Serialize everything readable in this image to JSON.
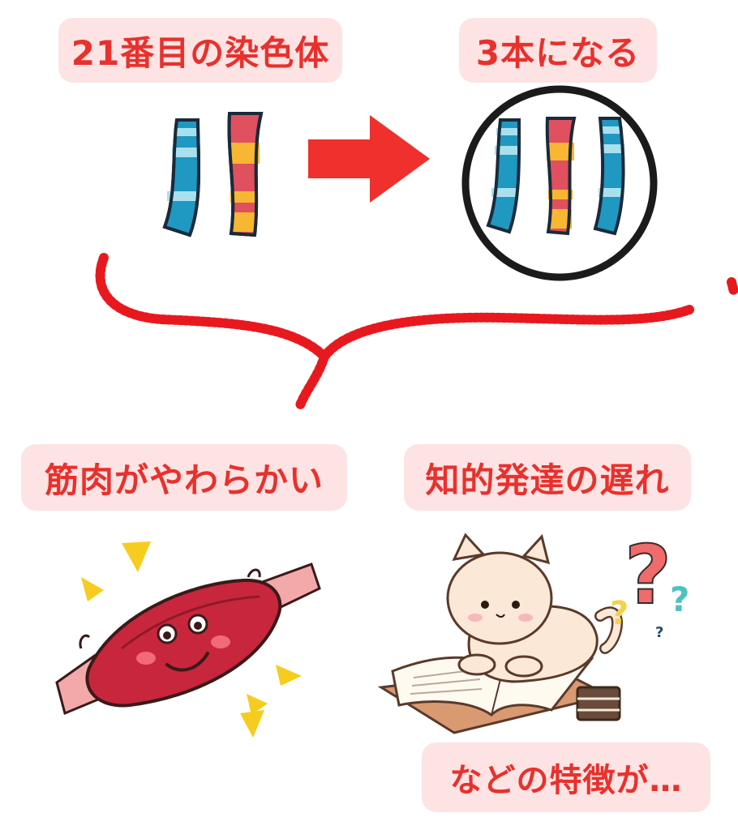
{
  "labels": {
    "chromosome_21": "21番目の染色体",
    "three": "3本になる",
    "muscle": "筋肉がやわらかい",
    "intellect": "知的発達の遅れ",
    "etc": "などの特徴が…"
  },
  "qmarks": [
    "?",
    "?",
    "?",
    "?"
  ],
  "colors": {
    "label_text": "#e8312d",
    "label_bg": "#fde3e3",
    "arrow": "#f0302c",
    "brace": "#e8191e",
    "chromo_blue": "#1f98c2",
    "chromo_red": "#e0505e",
    "chromo_yellow": "#f7b733"
  }
}
